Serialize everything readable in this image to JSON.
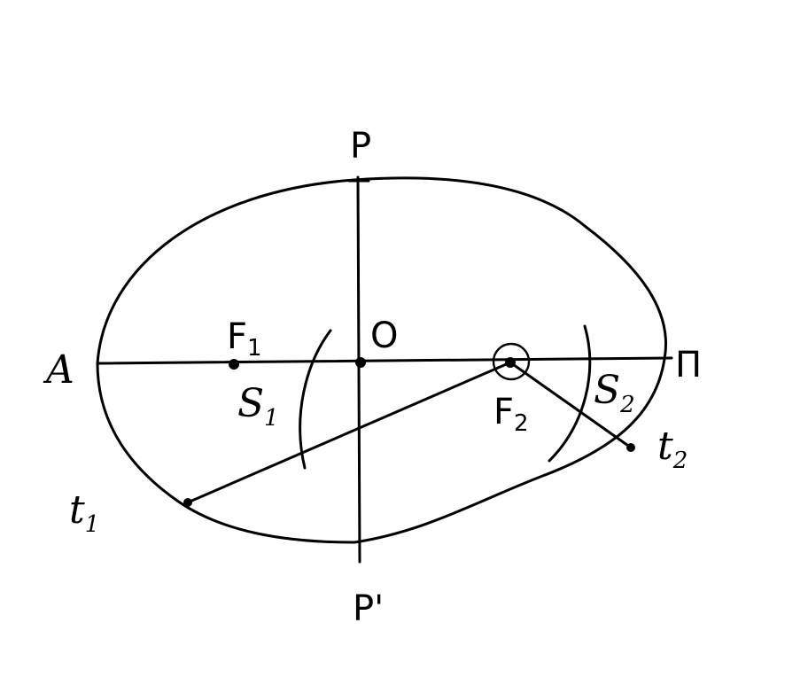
{
  "labels": {
    "P": "P",
    "P_prime": "P'",
    "A": "A",
    "Pi": "Π",
    "O": "O",
    "F1": "F",
    "F1_sub": "1",
    "F2": "F",
    "F2_sub": "2",
    "S1": "S",
    "S1_sub": "1",
    "S2": "S",
    "S2_sub": "2",
    "t1": "t",
    "t1_sub": "1",
    "t2": "t",
    "t2_sub": "2"
  }
}
